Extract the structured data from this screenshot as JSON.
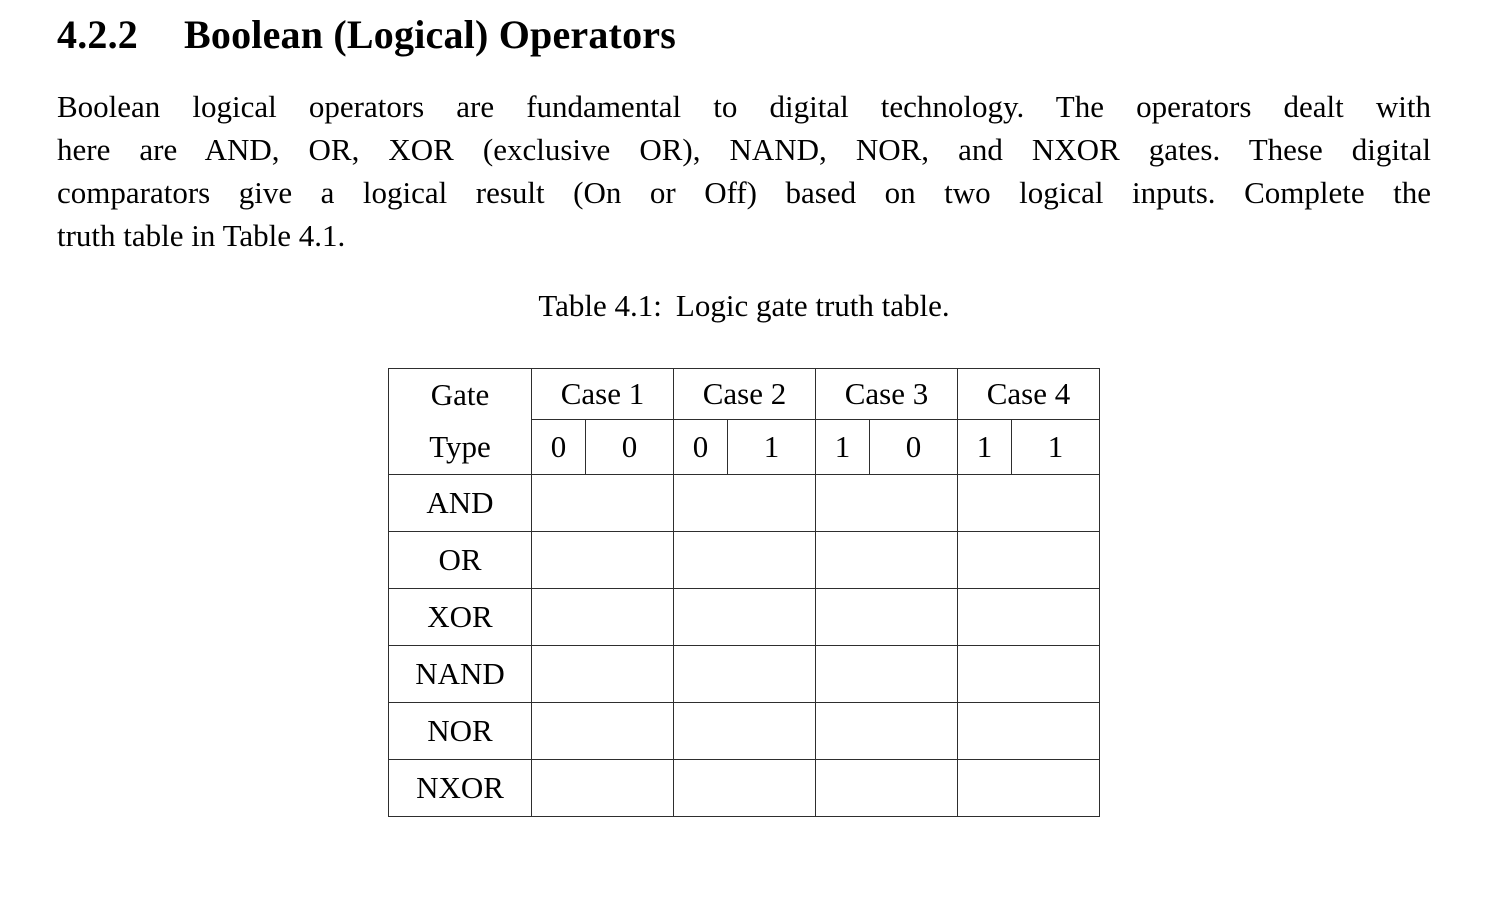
{
  "heading": {
    "number": "4.2.2",
    "title": "Boolean (Logical) Operators"
  },
  "paragraph": {
    "lines": [
      "Boolean logical operators are fundamental to digital technology. The operators dealt with",
      "here are AND, OR, XOR (exclusive OR), NAND, NOR, and NXOR gates. These digital",
      "comparators give a logical result (On or Off) based on two logical inputs. Complete the",
      "truth table in Table 4.1."
    ]
  },
  "caption": {
    "label": "Table 4.1:",
    "text": "Logic gate truth table."
  },
  "table": {
    "corner_header": {
      "line1": "Gate",
      "line2": "Type"
    },
    "case_headers": [
      "Case 1",
      "Case 2",
      "Case 3",
      "Case 4"
    ],
    "input_values": [
      "0",
      "0",
      "0",
      "1",
      "1",
      "0",
      "1",
      "1"
    ],
    "gate_rows": [
      {
        "label": "AND",
        "cells": [
          "",
          "",
          "",
          ""
        ]
      },
      {
        "label": "OR",
        "cells": [
          "",
          "",
          "",
          ""
        ]
      },
      {
        "label": "XOR",
        "cells": [
          "",
          "",
          "",
          ""
        ]
      },
      {
        "label": "NAND",
        "cells": [
          "",
          "",
          "",
          ""
        ]
      },
      {
        "label": "NOR",
        "cells": [
          "",
          "",
          "",
          ""
        ]
      },
      {
        "label": "NXOR",
        "cells": [
          "",
          "",
          "",
          ""
        ]
      }
    ]
  },
  "colors": {
    "background": "#ffffff",
    "text": "#000000",
    "table_border": "#2e2e2e"
  }
}
